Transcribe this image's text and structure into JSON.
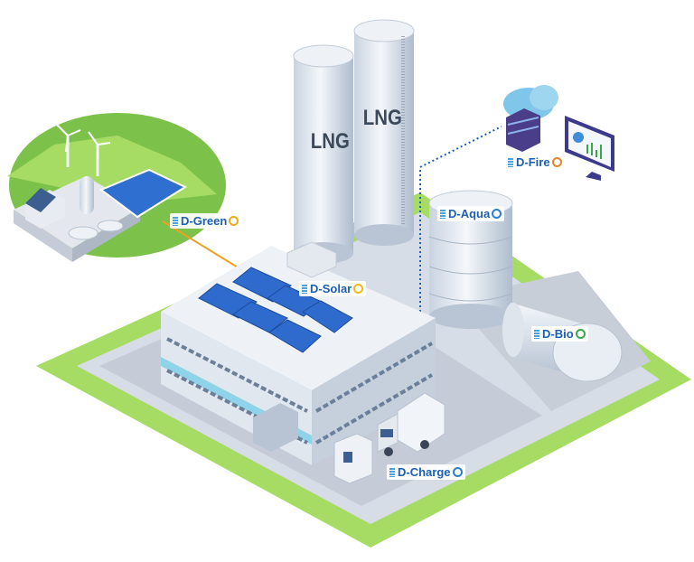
{
  "tanks": {
    "left_label": "LNG",
    "right_label": "LNG"
  },
  "labels": [
    {
      "name": "D-Green",
      "icon": "lightbulb-icon",
      "color": "#1d5fb0",
      "icon_color": "#f0a81c"
    },
    {
      "name": "D-Solar",
      "icon": "sun-icon",
      "color": "#1d5fb0",
      "icon_color": "#f0b81c"
    },
    {
      "name": "D-Aqua",
      "icon": "water-drop-icon",
      "color": "#1d5fb0",
      "icon_color": "#2b7fd0"
    },
    {
      "name": "D-Fire",
      "icon": "flame-icon",
      "color": "#1d5fb0",
      "icon_color": "#e8842a"
    },
    {
      "name": "D-Bio",
      "icon": "leaf-icon",
      "color": "#1d5fb0",
      "icon_color": "#3aa64a"
    },
    {
      "name": "D-Charge",
      "icon": "gear-icon",
      "color": "#1d5fb0",
      "icon_color": "#2b7fd0"
    }
  ],
  "colors": {
    "grass": "#a6dc64",
    "plate": "#d7dde6",
    "accent_line": "#f0a020",
    "network_line": "#1d5fb0"
  }
}
